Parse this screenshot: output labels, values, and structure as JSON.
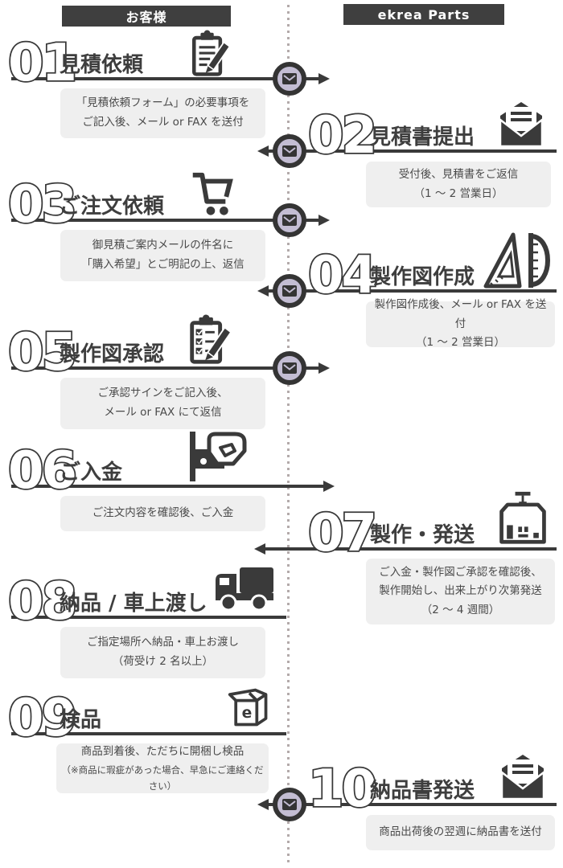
{
  "header": {
    "left_badge": "お客様",
    "right_badge": "ekrea Parts"
  },
  "steps": [
    {
      "number": "01",
      "title": "見積依頼",
      "side": "left",
      "icon": "clipboard-pen",
      "mail_circle": true,
      "desc": [
        "「見積依頼フォーム」の必要事項を",
        "ご記入後、メール or FAX を送付"
      ]
    },
    {
      "number": "02",
      "title": "見積書提出",
      "side": "right",
      "icon": "mail-open",
      "mail_circle": true,
      "desc": [
        "受付後、見積書をご返信",
        "（1 ～ 2 営業日）"
      ]
    },
    {
      "number": "03",
      "title": "ご注文依頼",
      "side": "left",
      "icon": "shopping-cart",
      "mail_circle": true,
      "desc": [
        "御見積ご案内メールの件名に",
        "「購入希望」とご明記の上、返信"
      ]
    },
    {
      "number": "04",
      "title": "製作図作成",
      "side": "right",
      "icon": "drafting-tools",
      "mail_circle": true,
      "desc": [
        "製作図作成後、メール or FAX を送付",
        "（1 ～ 2 営業日）"
      ]
    },
    {
      "number": "05",
      "title": "製作図承認",
      "side": "left",
      "icon": "checklist-pen",
      "mail_circle": true,
      "desc": [
        "ご承認サインをご記入後、",
        "メール or FAX にて返信"
      ]
    },
    {
      "number": "06",
      "title": "ご入金",
      "side": "left",
      "icon": "payment-hand",
      "mail_circle": false,
      "desc": [
        "ご注文内容を確認後、ご入金"
      ]
    },
    {
      "number": "07",
      "title": "製作・発送",
      "side": "right",
      "icon": "factory",
      "mail_circle": false,
      "desc": [
        "ご入金・製作図ご承認を確認後、",
        "製作開始し、出来上がり次第発送",
        "（2 ～ 4 週間）"
      ]
    },
    {
      "number": "08",
      "title": "納品 / 車上渡し",
      "side": "left",
      "icon": "delivery-truck",
      "mail_circle": false,
      "desc": [
        "ご指定場所へ納品・車上お渡し",
        "（荷受け 2 名以上）"
      ]
    },
    {
      "number": "09",
      "title": "検品",
      "side": "left",
      "icon": "open-box",
      "mail_circle": false,
      "desc": [
        "商品到着後、ただちに開梱し検品",
        "（※商品に瑕疵があった場合、早急にご連絡ください）"
      ]
    },
    {
      "number": "10",
      "title": "納品書発送",
      "side": "right",
      "icon": "mail-open",
      "mail_circle": true,
      "desc": [
        "商品出荷後の翌週に納品書を送付"
      ]
    }
  ],
  "colors": {
    "accent": "#3a3a3a",
    "badge_bg": "#3f3f3f",
    "desc_box_bg": "#efefef",
    "mail_circle_fill": "#c3bdd3",
    "dotted_line": "#b3aaaa"
  }
}
